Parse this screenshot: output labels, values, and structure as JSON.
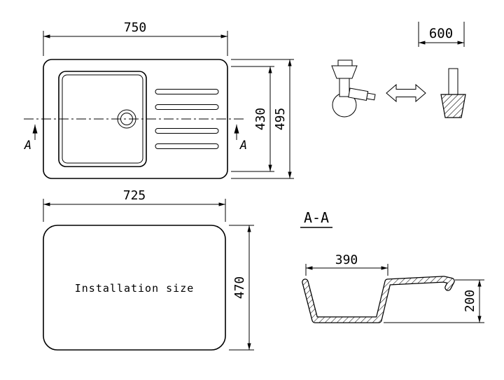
{
  "top_view": {
    "dim_width": "750",
    "dim_inner_height": "430",
    "dim_overall_height": "495",
    "section_arrow_left_label": "A",
    "section_arrow_right_label": "A"
  },
  "accessories": {
    "dim_width": "600"
  },
  "installation_view": {
    "dim_width": "725",
    "dim_height": "470",
    "caption": "Installation size"
  },
  "section_view": {
    "title": "A-A",
    "dim_bowl_width": "390",
    "dim_depth": "200"
  }
}
